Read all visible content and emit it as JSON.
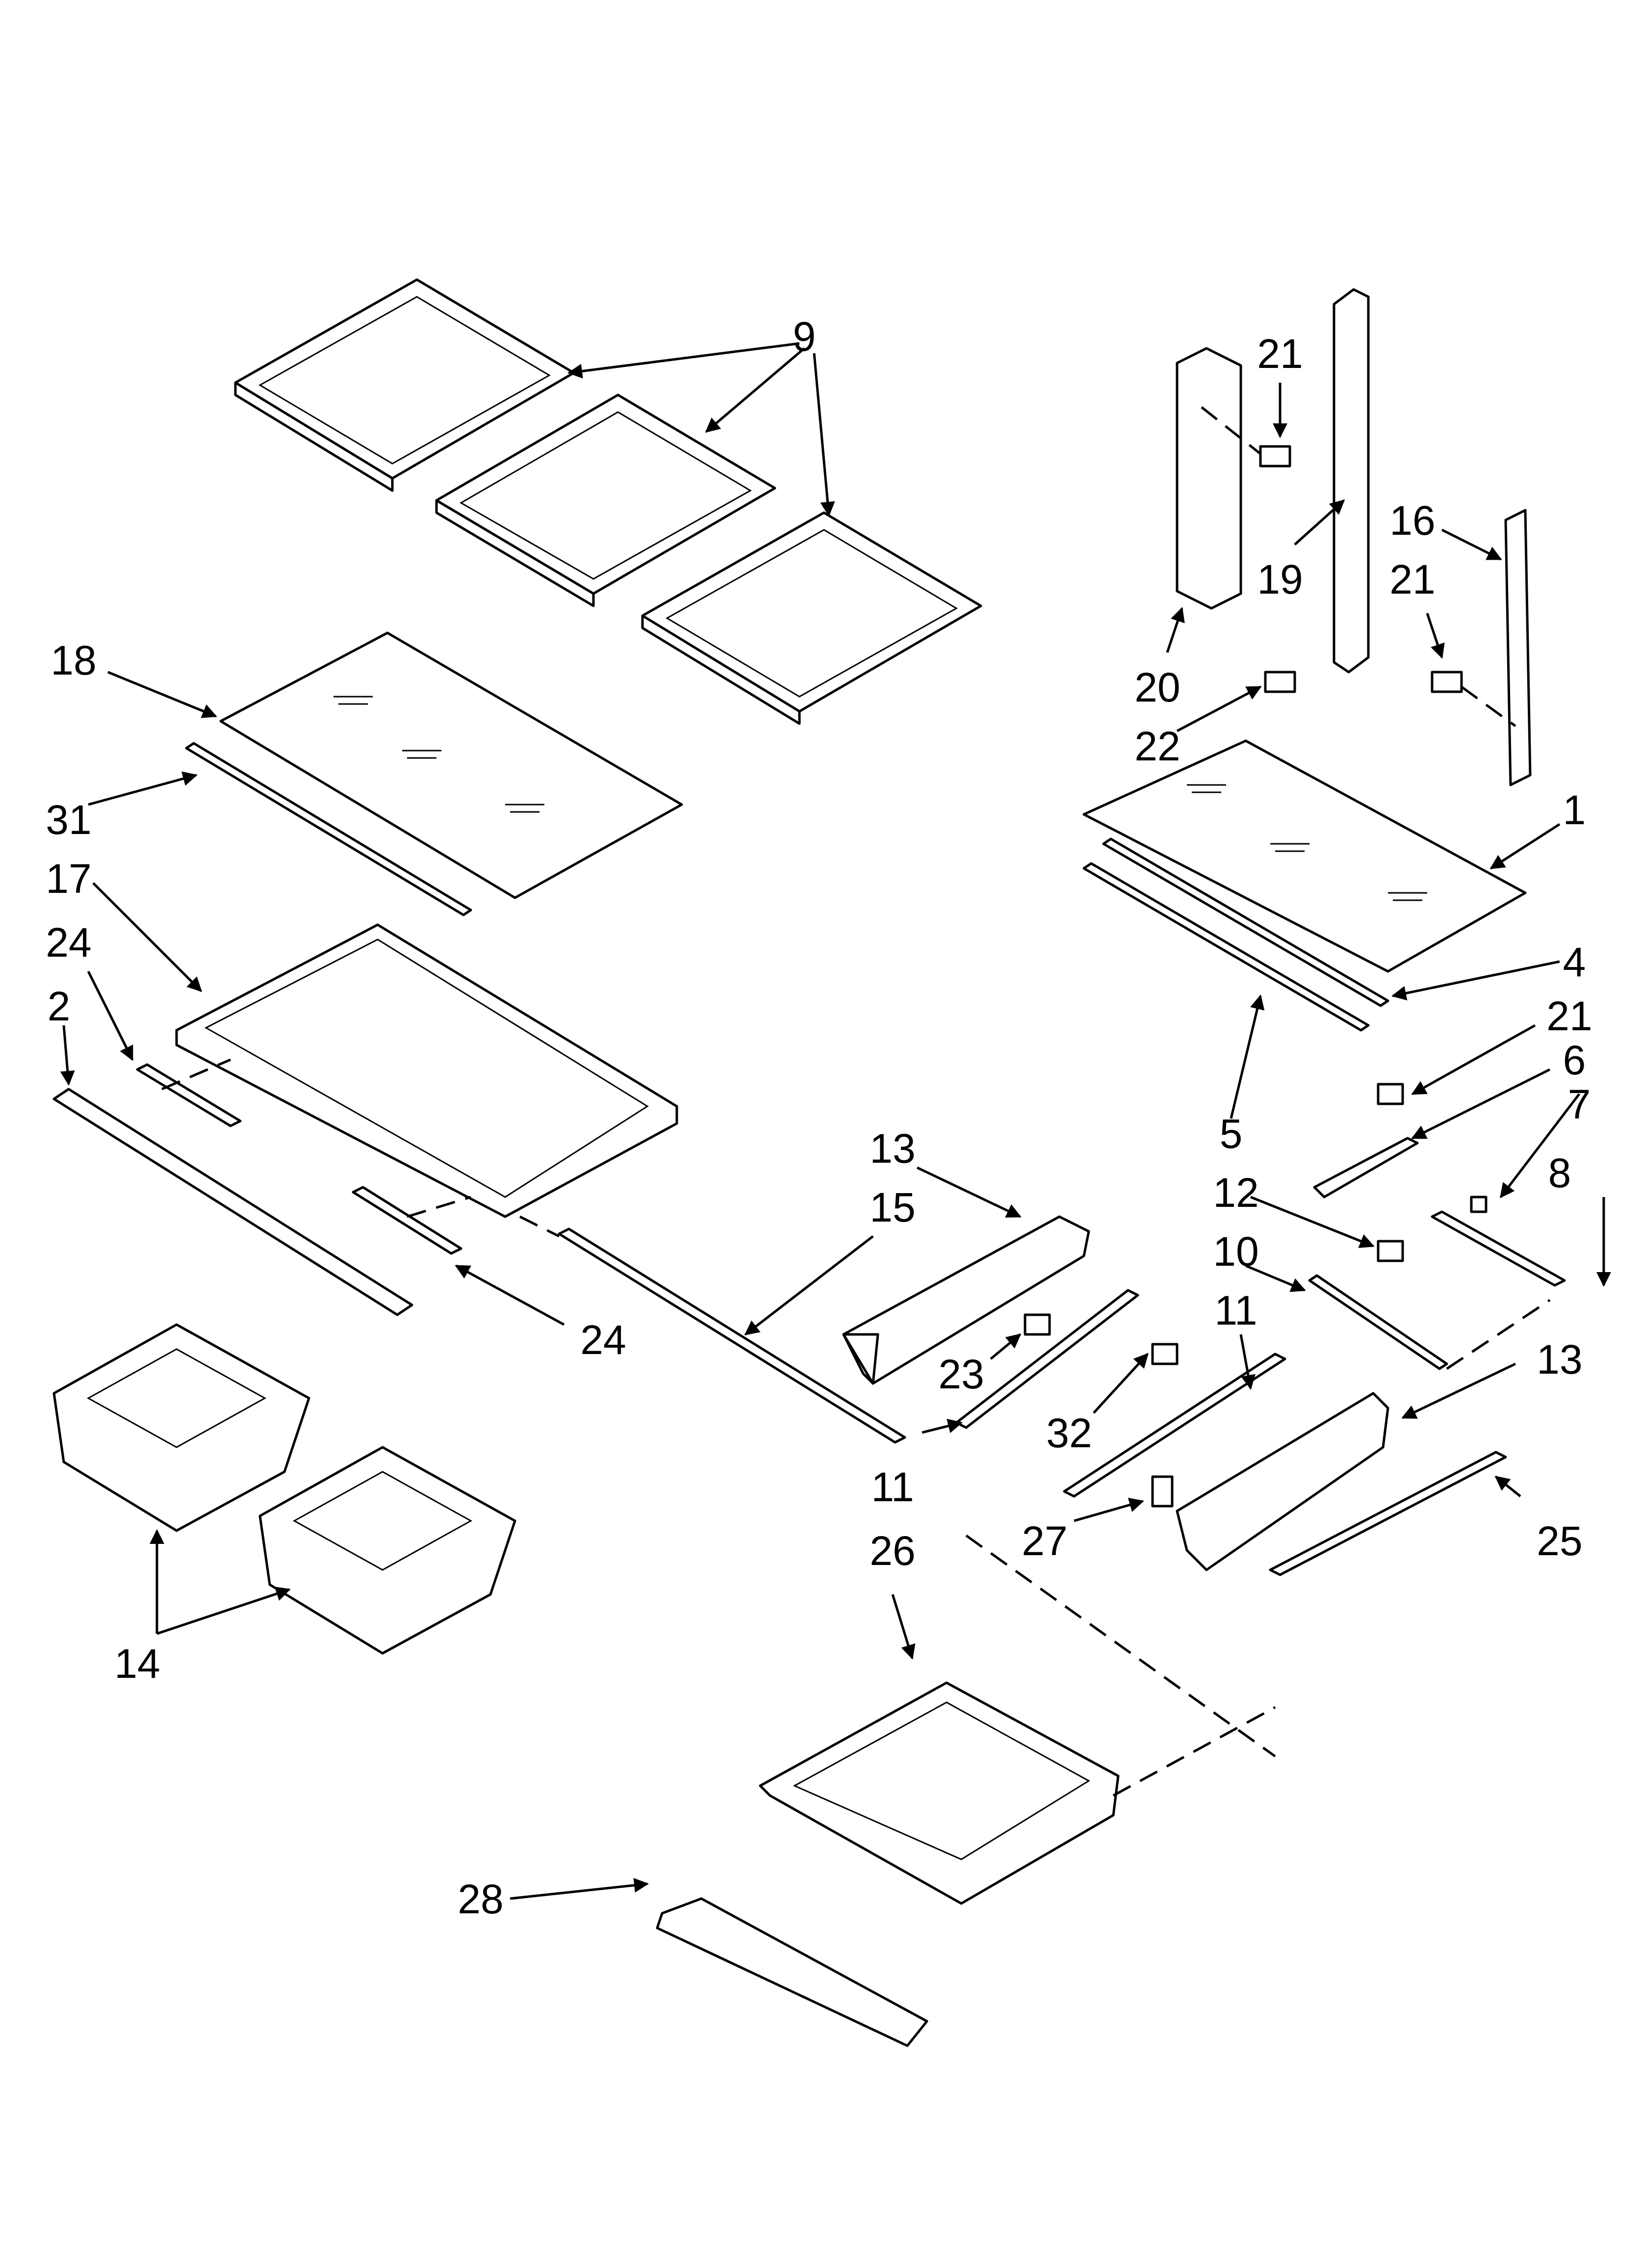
{
  "diagram": {
    "callouts": [
      {
        "id": "c9",
        "text": "9"
      },
      {
        "id": "c21a",
        "text": "21"
      },
      {
        "id": "c19",
        "text": "19"
      },
      {
        "id": "c16",
        "text": "16"
      },
      {
        "id": "c21b",
        "text": "21"
      },
      {
        "id": "c20",
        "text": "20"
      },
      {
        "id": "c22",
        "text": "22"
      },
      {
        "id": "c18",
        "text": "18"
      },
      {
        "id": "c31",
        "text": "31"
      },
      {
        "id": "c17",
        "text": "17"
      },
      {
        "id": "c24a",
        "text": "24"
      },
      {
        "id": "c2",
        "text": "2"
      },
      {
        "id": "c1",
        "text": "1"
      },
      {
        "id": "c4",
        "text": "4"
      },
      {
        "id": "c21c",
        "text": "21"
      },
      {
        "id": "c5",
        "text": "5"
      },
      {
        "id": "c6",
        "text": "6"
      },
      {
        "id": "c7",
        "text": "7"
      },
      {
        "id": "c8",
        "text": "8"
      },
      {
        "id": "c12",
        "text": "12"
      },
      {
        "id": "c10",
        "text": "10"
      },
      {
        "id": "c11a",
        "text": "11"
      },
      {
        "id": "c13a",
        "text": "13"
      },
      {
        "id": "c15",
        "text": "15"
      },
      {
        "id": "c24b",
        "text": "24"
      },
      {
        "id": "c23",
        "text": "23"
      },
      {
        "id": "c32",
        "text": "32"
      },
      {
        "id": "c11b",
        "text": "11"
      },
      {
        "id": "c13b",
        "text": "13"
      },
      {
        "id": "c25",
        "text": "25"
      },
      {
        "id": "c27",
        "text": "27"
      },
      {
        "id": "c26",
        "text": "26"
      },
      {
        "id": "c14",
        "text": "14"
      },
      {
        "id": "c28",
        "text": "28"
      }
    ]
  }
}
